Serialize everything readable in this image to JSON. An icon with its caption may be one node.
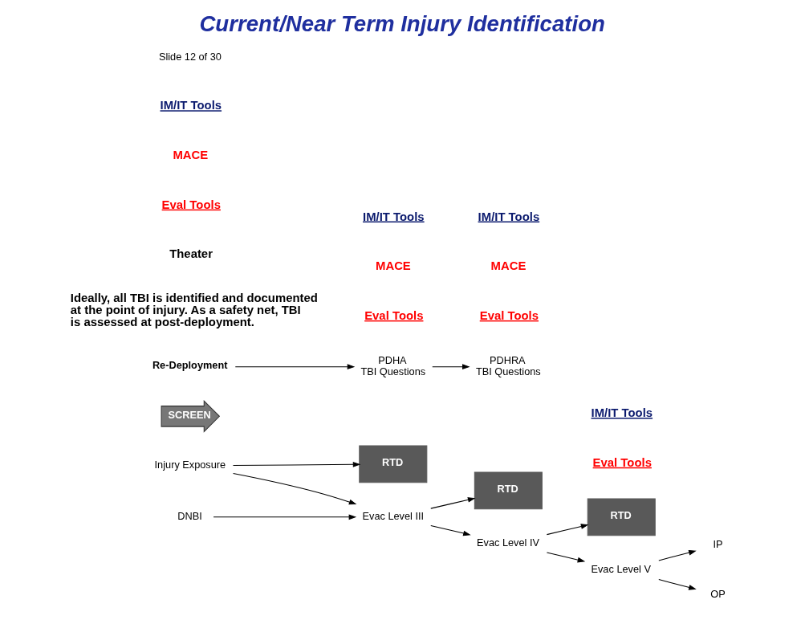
{
  "diagram": {
    "title": "Current/Near Term Injury Identification",
    "nodes": [
      {
        "text": [
          "Injury Exposure"
        ]
      },
      {
        "text": [
          "DNBI"
        ]
      },
      {
        "text": [
          "RTD"
        ]
      },
      {
        "text": [
          "Evac Level III"
        ]
      },
      {
        "text": [
          "RTD"
        ]
      },
      {
        "text": [
          "Evac Level IV"
        ]
      },
      {
        "text": [
          "RTD"
        ]
      },
      {
        "text": [
          "Evac Level V"
        ]
      },
      {
        "text": [
          "IP"
        ]
      },
      {
        "text": [
          "OP"
        ]
      },
      {
        "text": [
          "SCREEN"
        ]
      },
      {
        "text": [
          "Re-Deployment"
        ]
      },
      {
        "text": [
          "PDHA",
          "TBI Questions"
        ]
      },
      {
        "text": [
          "PDHRA",
          "TBI Questions"
        ]
      }
    ],
    "edges": [
      {
        "from": 0,
        "to": 2,
        "arrow": "to"
      },
      {
        "from": 0,
        "to": 3,
        "arrow": "to"
      },
      {
        "from": 1,
        "to": 3,
        "arrow": "to"
      },
      {
        "from": 3,
        "to": 4,
        "arrow": "to"
      },
      {
        "from": 3,
        "to": 5,
        "arrow": "to"
      },
      {
        "from": 5,
        "to": 6,
        "arrow": "to"
      },
      {
        "from": 5,
        "to": 7,
        "arrow": "to"
      },
      {
        "from": 7,
        "to": 8,
        "arrow": "to"
      },
      {
        "from": 7,
        "to": 9,
        "arrow": "to"
      },
      {
        "from": 11,
        "to": 12,
        "arrow": "to"
      },
      {
        "from": 12,
        "to": 13,
        "arrow": "to"
      }
    ],
    "labels": [
      "Ideally, all TBI is identified and documented at the point of injury. As a safety net, TBI is assessed at post-deployment.",
      "Theater",
      "Eval Tools",
      "MACE",
      "IM/IT Tools",
      "Eval Tools",
      "MACE",
      "IM/IT Tools",
      "Eval Tools",
      "MACE",
      "IM/IT Tools",
      "Eval Tools",
      "IM/IT Tools",
      "Slide 12 of 30"
    ]
  }
}
